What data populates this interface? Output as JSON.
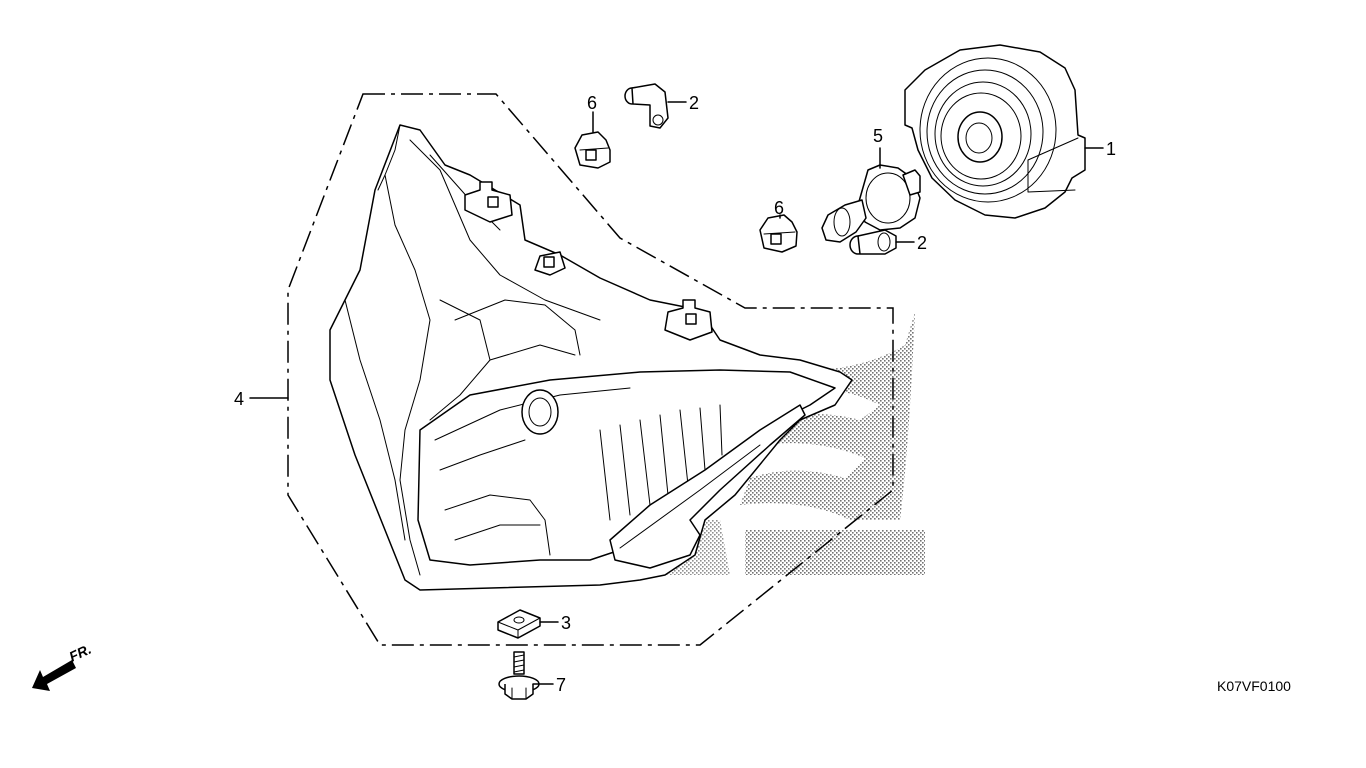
{
  "diagram": {
    "callouts": [
      {
        "id": "c1",
        "number": "1",
        "part": "headlight-rear-cover"
      },
      {
        "id": "c2a",
        "number": "2",
        "part": "bulb-socket-rubber-cap"
      },
      {
        "id": "c2b",
        "number": "2",
        "part": "bulb-socket-rubber-cap"
      },
      {
        "id": "c3",
        "number": "3",
        "part": "square-nut"
      },
      {
        "id": "c4",
        "number": "4",
        "part": "headlight-assembly"
      },
      {
        "id": "c5",
        "number": "5",
        "part": "halogen-bulb"
      },
      {
        "id": "c6a",
        "number": "6",
        "part": "position-bulb-socket"
      },
      {
        "id": "c6b",
        "number": "6",
        "part": "position-bulb-socket"
      },
      {
        "id": "c7",
        "number": "7",
        "part": "flange-bolt"
      }
    ],
    "front_indicator": "FR.",
    "drawing_code": "K07VF0100"
  }
}
